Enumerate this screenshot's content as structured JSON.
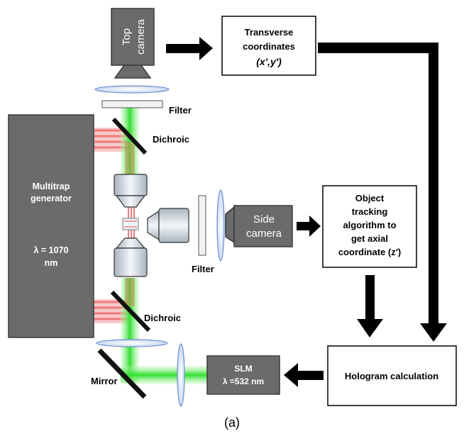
{
  "multitrap": {
    "line1": "Multitrap",
    "line2": "generator",
    "wavelength_line": "λ = 1070",
    "wavelength_unit": "nm"
  },
  "top_camera": {
    "line1": "Top",
    "line2": "camera"
  },
  "side_camera": {
    "line1": "Side",
    "line2": "camera"
  },
  "transverse": {
    "line1": "Transverse",
    "line2": "coordinates",
    "line3": "(x′,y′)"
  },
  "tracking": {
    "line1": "Object",
    "line2": "tracking",
    "line3": "algorithm to",
    "line4": "get axial",
    "line5": "coordinate (z′)"
  },
  "hologram": {
    "label": "Hologram calculation"
  },
  "slm": {
    "line1": "SLM",
    "line2": "λ =532 nm"
  },
  "labels": {
    "filter_top": "Filter",
    "filter_side": "Filter",
    "dichroic_top": "Dichroic",
    "dichroic_bottom": "Dichroic",
    "mirror": "Mirror"
  },
  "caption": "(a)",
  "colors": {
    "green_beam": "#39e639",
    "red_beam": "#f07a7a",
    "box_fill": "#6b6b6b",
    "flow_arrow": "#000000",
    "lens": "#b8cdf0"
  }
}
